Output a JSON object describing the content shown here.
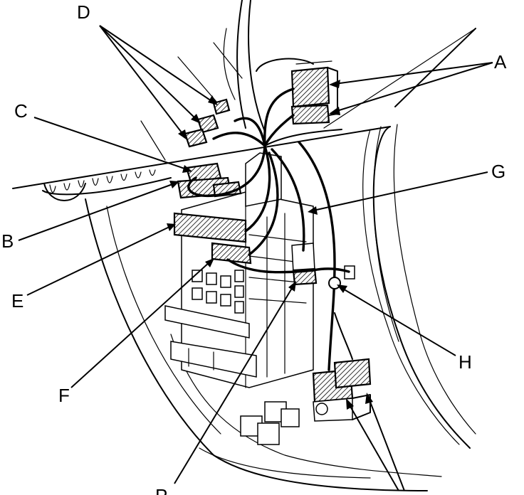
{
  "callouts": {
    "a": "A",
    "b": "B",
    "c": "C",
    "d": "D",
    "e": "E",
    "f": "F",
    "g": "G",
    "h": "H",
    "p": "P"
  },
  "colors": {
    "line": "#000000",
    "background": "#ffffff"
  }
}
